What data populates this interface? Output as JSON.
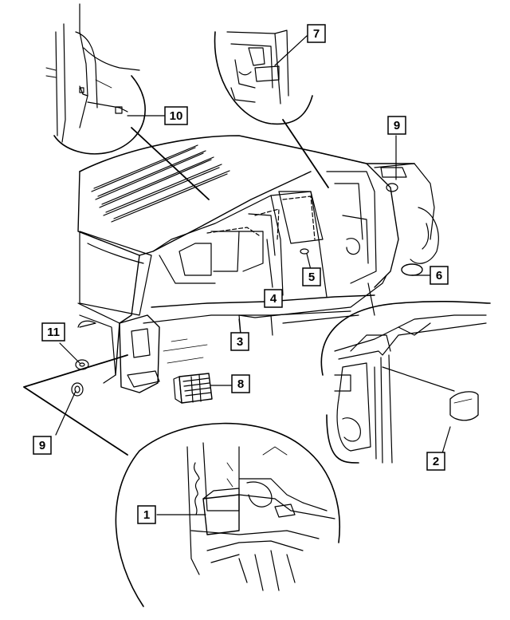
{
  "diagram": {
    "type": "exploded parts diagram",
    "subject": "vehicle body side plugs and panels",
    "line_color": "#000000",
    "background": "#ffffff"
  },
  "callouts": {
    "c1": "1",
    "c2": "2",
    "c3": "3",
    "c4": "4",
    "c5": "5",
    "c6": "6",
    "c7": "7",
    "c8": "8",
    "c9a": "9",
    "c9b": "9",
    "c10": "10",
    "c11": "11"
  }
}
